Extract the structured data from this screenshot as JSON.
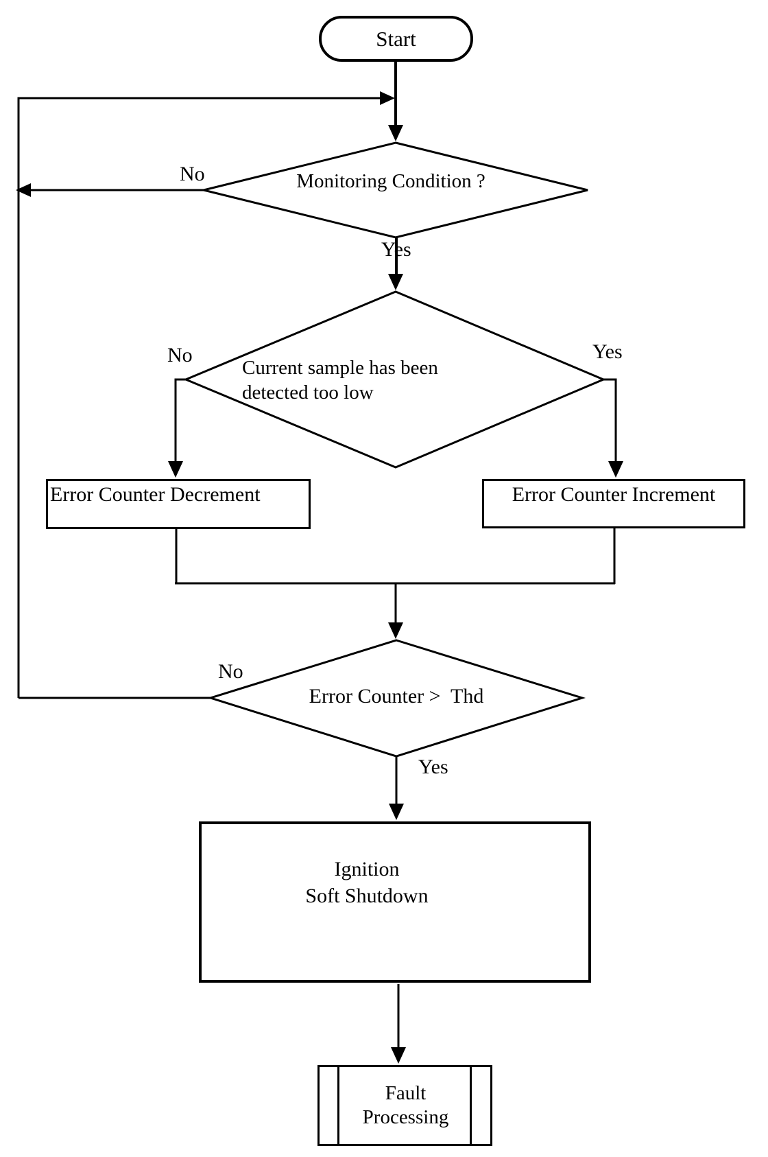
{
  "colors": {
    "line": "#000000",
    "background": "#ffffff",
    "node_fill": "#ffffff",
    "text": "#000000"
  },
  "nodes": {
    "start": {
      "type": "terminator",
      "label": "Start"
    },
    "monitoring_condition": {
      "type": "decision",
      "label": "Monitoring Condition ?"
    },
    "current_sample": {
      "type": "decision",
      "line1": "Current sample has been",
      "line2": "detected too low"
    },
    "error_counter_decrement": {
      "type": "process",
      "label": "Error Counter Decrement"
    },
    "error_counter_increment": {
      "type": "process",
      "label": "Error Counter Increment"
    },
    "error_counter_threshold": {
      "type": "decision",
      "label": "Error Counter >  Thd"
    },
    "ignition_soft_shutdown": {
      "type": "process",
      "line1": "Ignition",
      "line2": "Soft Shutdown"
    },
    "fault_processing": {
      "type": "predefined_process",
      "line1": "Fault",
      "line2": "Processing"
    }
  },
  "edge_labels": {
    "monitoring_no": "No",
    "monitoring_yes": "Yes",
    "sample_no": "No",
    "sample_yes": "Yes",
    "threshold_no": "No",
    "threshold_yes": "Yes"
  }
}
